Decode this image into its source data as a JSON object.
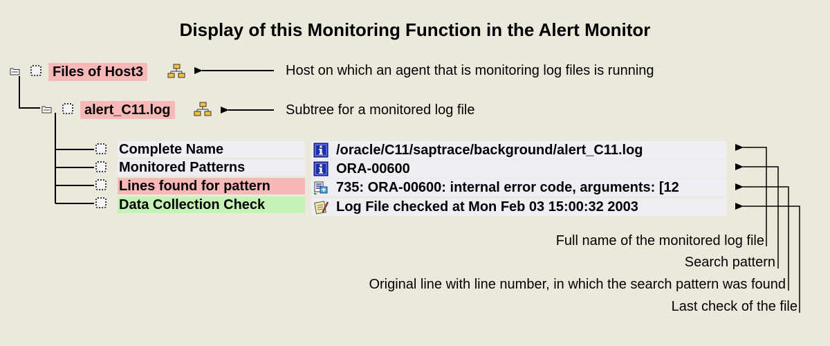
{
  "title": "Display of this Monitoring Function in the Alert Monitor",
  "tree": {
    "root_label": "Files of Host3",
    "child_label": "alert_C11.log",
    "attributes": [
      {
        "label": "Complete Name",
        "value": "/oracle/C11/saptrace/background/alert_C11.log",
        "icon": "info-icon",
        "highlight": "none"
      },
      {
        "label": "Monitored Patterns",
        "value": "ORA-00600",
        "icon": "info-icon",
        "highlight": "none"
      },
      {
        "label": "Lines found for pattern",
        "value": "735: ORA-00600: internal error code, arguments: [12",
        "icon": "log-lines-icon",
        "highlight": "#f7b8b8"
      },
      {
        "label": "Data Collection Check",
        "value": "Log File checked at Mon Feb 03 15:00:32 2003",
        "icon": "notepad-icon",
        "highlight": "#c5f2b5"
      }
    ]
  },
  "annotations": {
    "host": "Host on which an agent that is monitoring log files is running",
    "subtree": "Subtree for a monitored log file",
    "full_name": "Full name of the monitored log file",
    "search_pattern": "Search pattern",
    "original_line": "Original line with line number, in which the search pattern was found",
    "last_check": "Last check of the file"
  },
  "colors": {
    "background": "#ebe9dc",
    "highlight_pink": "#f7b8b8",
    "highlight_green": "#c5f2b5",
    "value_background": "#eeeef4",
    "info_icon_blue": "#1f2fa8"
  }
}
